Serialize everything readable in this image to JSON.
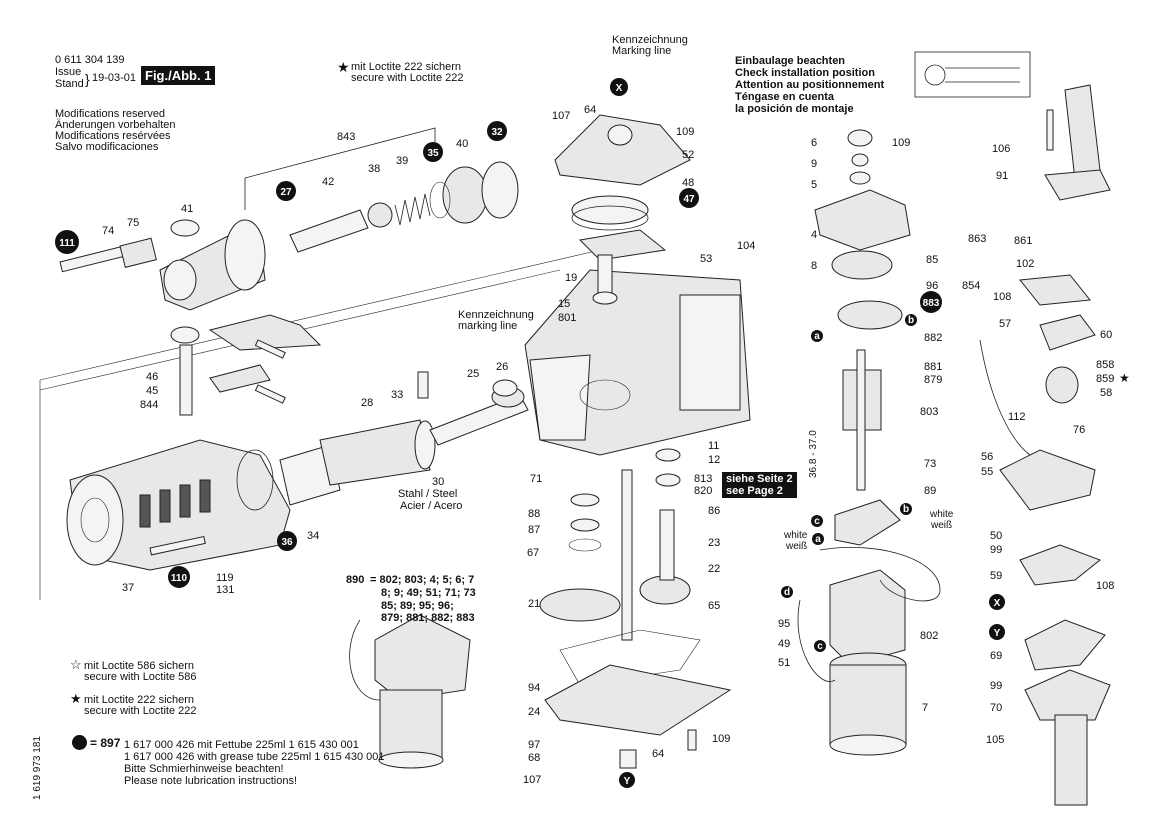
{
  "header": {
    "part_number": "0 611 304 139",
    "issue_label": "Issue",
    "stand_label": "Stand",
    "date": "19-03-01",
    "fig_label": "Fig./Abb. 1",
    "mods": [
      "Modifications reserved",
      "Änderungen vorbehalten",
      "Modifications resérvées",
      "Salvo modificaciones"
    ]
  },
  "loctite_top": [
    "mit Loctite 222 sichern",
    "secure with Loctite 222"
  ],
  "marking_line_top": [
    "Kennzeichnung",
    "Marking line"
  ],
  "install_note": [
    "Einbaulage beachten",
    "Check installation position",
    "Attention au positionnement",
    "Téngase en cuenta",
    "la posición de montaje"
  ],
  "marking_line_mid": [
    "Kennzeichnung",
    "marking line"
  ],
  "steel_note": [
    "Stahl / Steel",
    "Acier / Acero"
  ],
  "see_page": [
    "siehe Seite 2",
    "see Page 2"
  ],
  "dimension": "36.8 - 37.0",
  "wire_labels": {
    "white_left": [
      "white",
      "weiß"
    ],
    "white_right": [
      "white",
      "weiß"
    ]
  },
  "kit": {
    "number": "890",
    "lines": [
      "= 802; 803; 4; 5; 6; 7",
      "8; 9; 49; 51; 71; 73",
      "85; 89; 95; 96;",
      "879; 881; 882; 883"
    ]
  },
  "legend": {
    "loctite586": [
      "mit Loctite 586 sichern",
      "secure with Loctite 586"
    ],
    "loctite222": [
      "mit Loctite 222 sichern",
      "secure with Loctite 222"
    ],
    "grease_num": "= 897",
    "grease": [
      "1 617 000 426 mit Fettube 225ml 1 615 430 001",
      "1 617 000 426 with grease tube 225ml 1 615 430 001",
      "Bitte Schmierhinweise beachten!",
      "Please note lubrication instructions!"
    ]
  },
  "side_code": "1 619 973 181",
  "callouts": [
    "111",
    "27",
    "35",
    "32",
    "X",
    "47",
    "883",
    "36",
    "110",
    "Y"
  ],
  "letter_markers": [
    "a",
    "b",
    "c",
    "d",
    "X",
    "Y"
  ],
  "part_labels": [
    "843",
    "41",
    "42",
    "38",
    "39",
    "40",
    "74",
    "75",
    "46",
    "45",
    "844",
    "33",
    "25",
    "26",
    "28",
    "30",
    "34",
    "37",
    "119",
    "131",
    "107",
    "64",
    "109",
    "52",
    "48",
    "19",
    "15",
    "801",
    "104",
    "53",
    "71",
    "11",
    "12",
    "813",
    "820",
    "88",
    "87",
    "67",
    "86",
    "23",
    "22",
    "21",
    "65",
    "94",
    "24",
    "97",
    "68",
    "109",
    "64",
    "107",
    "6",
    "9",
    "5",
    "4",
    "109",
    "8",
    "85",
    "96",
    "882",
    "881",
    "879",
    "803",
    "73",
    "89",
    "95",
    "49",
    "51",
    "802",
    "7",
    "106",
    "91",
    "863",
    "861",
    "102",
    "854",
    "108",
    "57",
    "60",
    "858",
    "859",
    "58",
    "112",
    "76",
    "56",
    "55",
    "50",
    "99",
    "59",
    "108",
    "69",
    "99",
    "70",
    "105"
  ],
  "colors": {
    "ink": "#111111",
    "part_fill": "#e8e8e8",
    "callout": "#111111",
    "see_page_bg": "#111111"
  }
}
